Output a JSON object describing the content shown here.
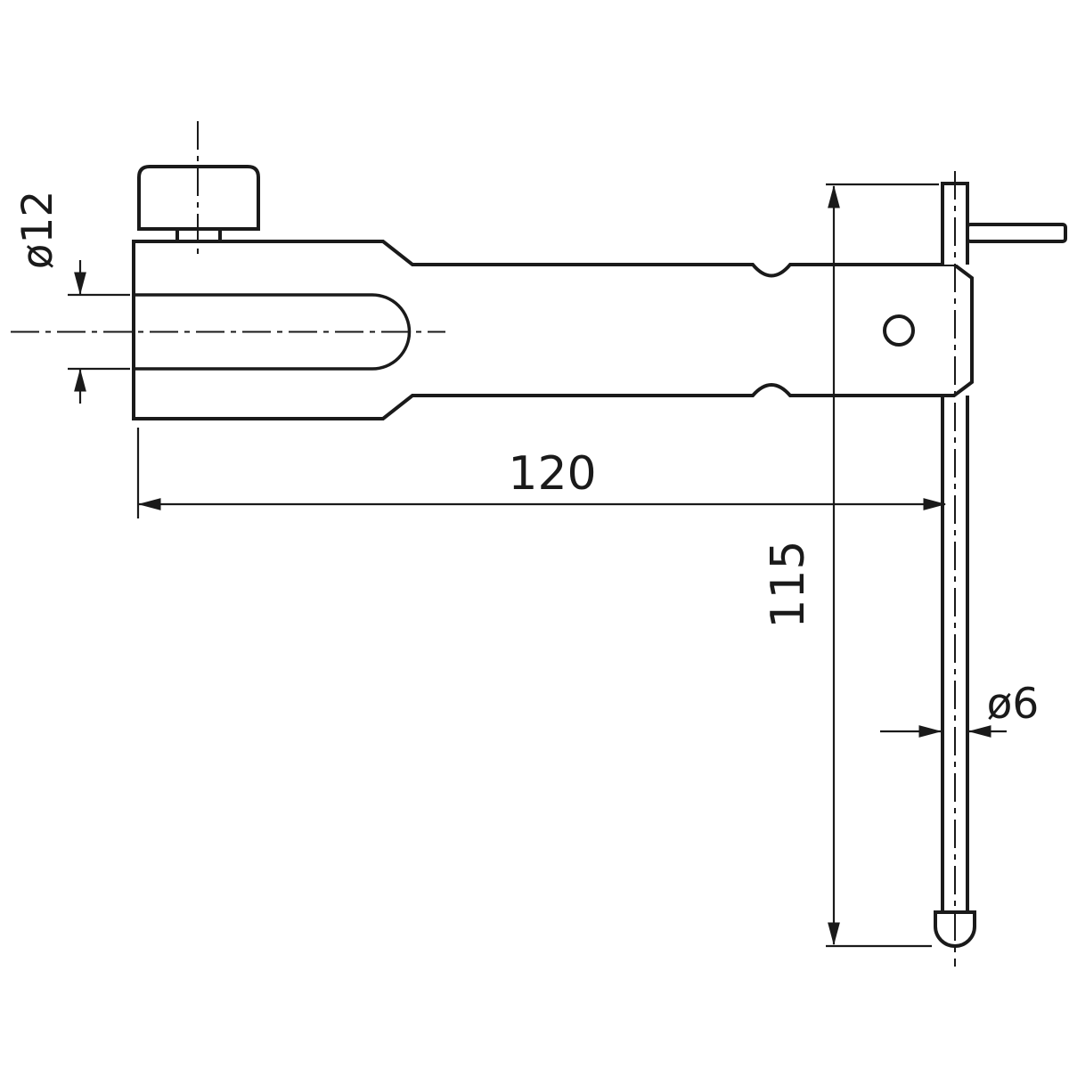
{
  "drawing": {
    "type": "technical-dimension-drawing",
    "subject": "probe-tool-with-clamp-knob-and-ball-tip-stylus",
    "line_color": "#1a1a1a",
    "background_color": "#ffffff",
    "labels": {
      "shank_diameter": "ø12",
      "shank_length": "120",
      "probe_length": "115",
      "probe_tip_diameter": "ø6"
    }
  }
}
